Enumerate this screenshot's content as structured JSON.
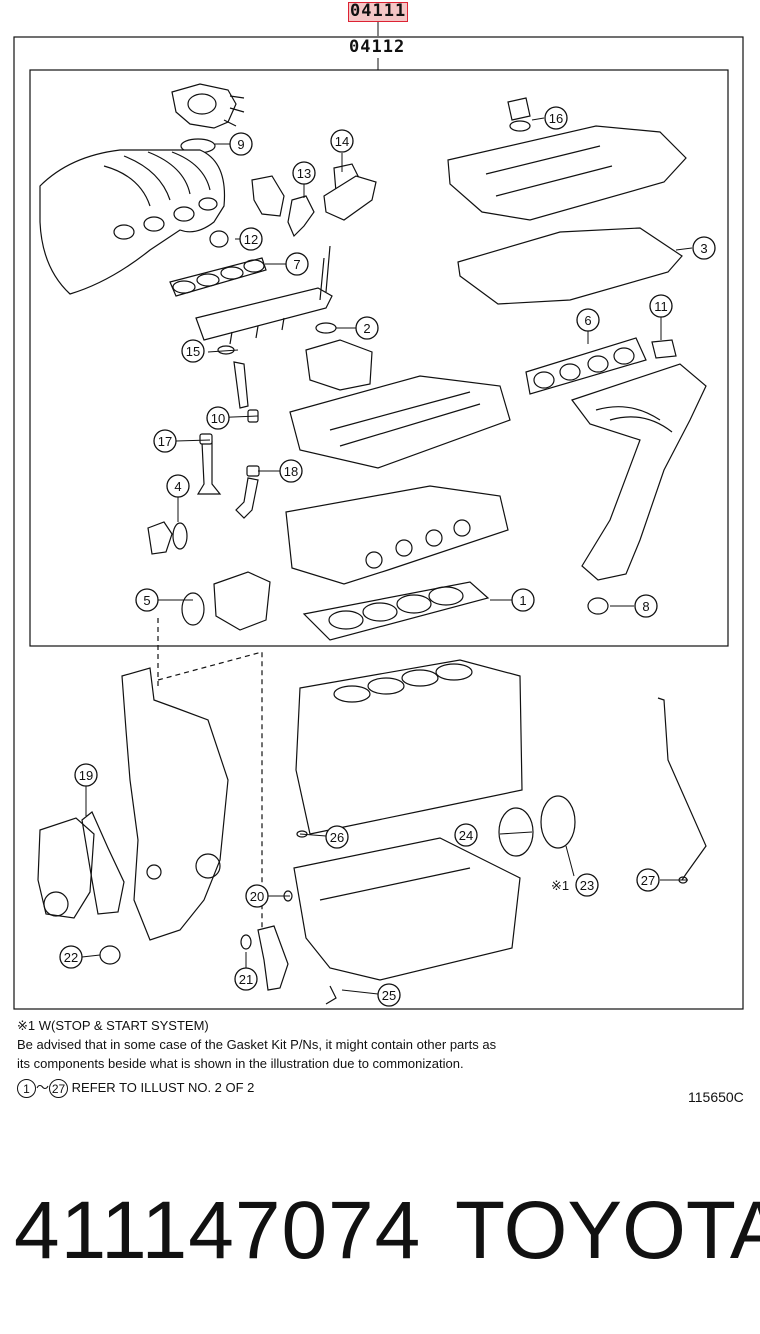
{
  "header": {
    "code_top": "04111",
    "code_sub": "04112"
  },
  "callouts": [
    "1",
    "2",
    "3",
    "4",
    "5",
    "6",
    "7",
    "8",
    "9",
    "10",
    "11",
    "12",
    "13",
    "14",
    "15",
    "16",
    "17",
    "18",
    "19",
    "20",
    "21",
    "22",
    "23",
    "24",
    "25",
    "26",
    "27"
  ],
  "callout_23_prefix": "※1",
  "notes": {
    "line1": "※1 W(STOP & START SYSTEM)",
    "line2": "Be advised that in some case of the Gasket Kit P/Ns,  it might contain other parts as",
    "line3": "its components beside what is shown in the illustration due to commonization.",
    "ref_from": "1",
    "ref_sep": "～",
    "ref_to": "27",
    "ref_text": "REFER TO ILLUST NO. 2 OF 2"
  },
  "illustration_number": "115650C",
  "part_number": "411147074",
  "brand": "TOYOTA"
}
